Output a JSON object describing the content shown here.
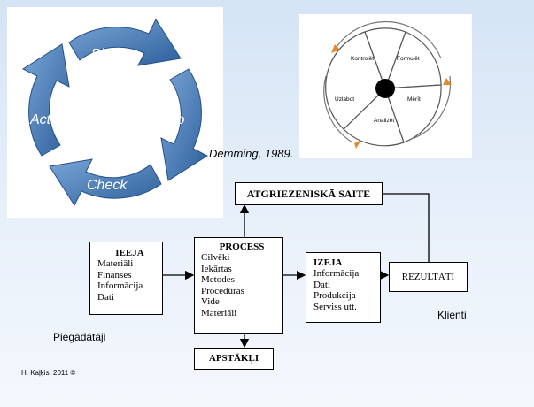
{
  "pdca": {
    "plan": "Plan",
    "do": "Do",
    "check": "Check",
    "act": "Act"
  },
  "dial": {
    "segments": [
      "Kontrolēt",
      "Formulēt",
      "Mērīt",
      "Analizēt",
      "Uzlabot"
    ]
  },
  "citation": "Demming, 1989.",
  "feedback": "ATGRIEZENISKĀ SAITE",
  "input": {
    "title": "IEEJA",
    "items": [
      "Materiāli",
      "Finanses",
      "Informācija",
      "Dati"
    ]
  },
  "process": {
    "title": "PROCESS",
    "items": [
      "Cilvēki",
      "Iekārtas",
      "Metodes",
      "Procedūras",
      "Vide",
      "Materiāli"
    ]
  },
  "output": {
    "title": "IZEJA",
    "items": [
      "Informācija",
      "Dati",
      "Produkcija",
      "Serviss utt."
    ]
  },
  "results": "REZULTĀTI",
  "conditions": "APSTĀKĻI",
  "clients": "Klienti",
  "suppliers": "Piegādātāji",
  "author": "H. Kaļķis, 2011 ©"
}
